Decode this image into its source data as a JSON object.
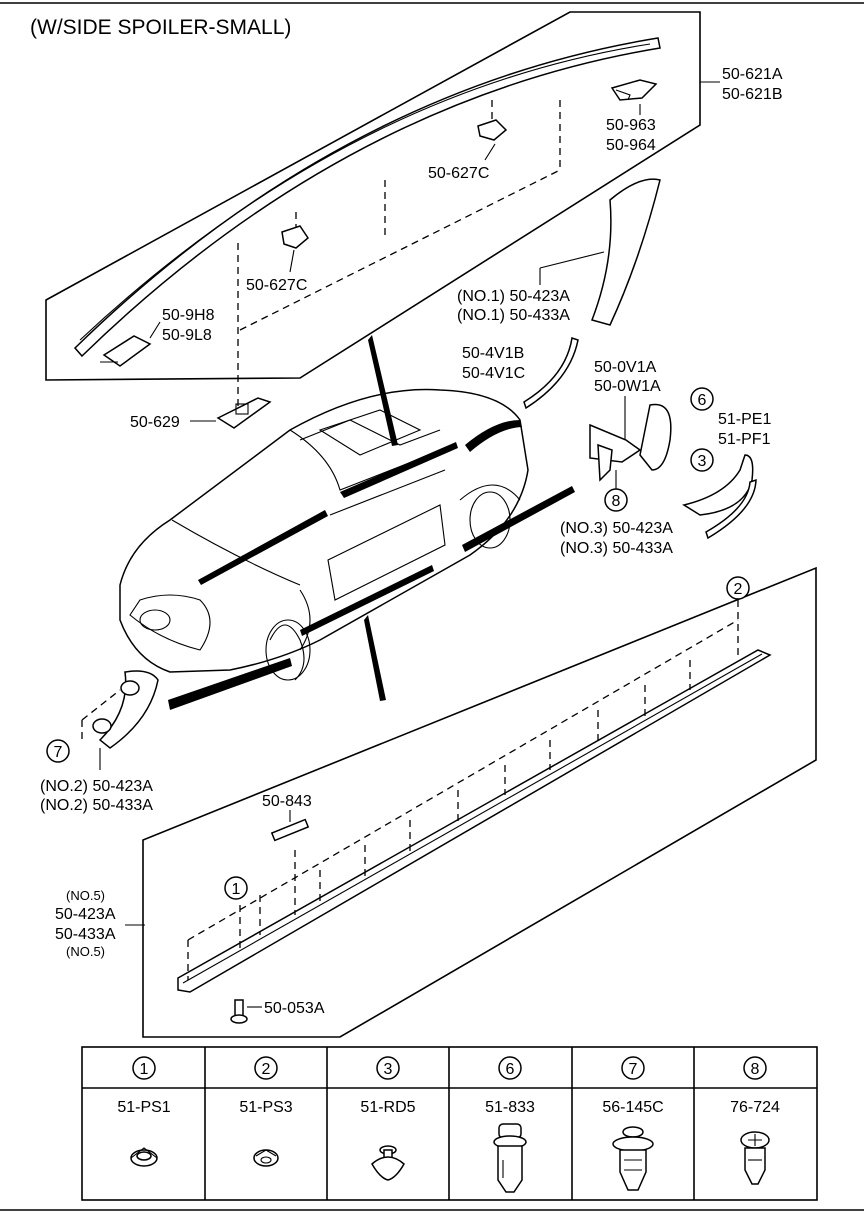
{
  "title": "(W/SIDE SPOILER-SMALL)",
  "labels": {
    "roof_molding": [
      "50-621A",
      "50-621B"
    ],
    "roof_clip_rear": [
      "50-963",
      "50-964"
    ],
    "roof_clip_mid": "50-627C",
    "roof_clip_front": "50-627C",
    "roof_end": [
      "50-9H8",
      "50-9L8"
    ],
    "roof_fastener": "50-629",
    "arch_front_no1": [
      "(NO.1) 50-423A",
      "(NO.1) 50-433A"
    ],
    "arch_strip": [
      "50-4V1B",
      "50-4V1C"
    ],
    "rear_bracket": [
      "50-0V1A",
      "50-0W1A"
    ],
    "rear_corner": [
      "51-PE1",
      "51-PF1"
    ],
    "arch_no3": [
      "(NO.3) 50-423A",
      "(NO.3) 50-433A"
    ],
    "arch_no2": [
      "(NO.2) 50-423A",
      "(NO.2) 50-433A"
    ],
    "seal_strip": "50-843",
    "side_sill": [
      "(NO.5)",
      "50-423A",
      "50-433A",
      "(NO.5)"
    ],
    "sill_screw": "50-053A"
  },
  "callouts": [
    "1",
    "2",
    "3",
    "6",
    "7",
    "8"
  ],
  "fastener_table": [
    {
      "ref": "1",
      "part": "51-PS1",
      "icon": "push-clip-round-icon"
    },
    {
      "ref": "2",
      "part": "51-PS3",
      "icon": "push-clip-flat-icon"
    },
    {
      "ref": "3",
      "part": "51-RD5",
      "icon": "rivet-clip-icon"
    },
    {
      "ref": "6",
      "part": "51-833",
      "icon": "stud-clip-icon"
    },
    {
      "ref": "7",
      "part": "56-145C",
      "icon": "screw-grommet-icon"
    },
    {
      "ref": "8",
      "part": "76-724",
      "icon": "push-rivet-icon"
    }
  ]
}
